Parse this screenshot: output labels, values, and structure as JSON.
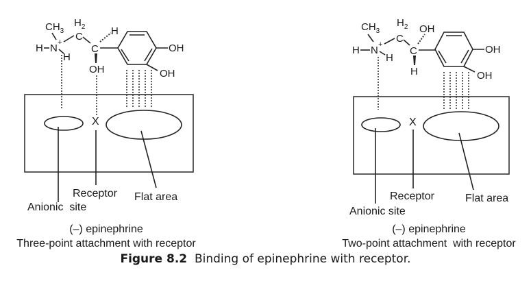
{
  "figure": {
    "number_label": "Figure 8.2",
    "title": "Binding of epinephrine with receptor."
  },
  "panels": [
    {
      "id": "left",
      "atoms": {
        "ch3": "CH",
        "ch3_sub": "3",
        "h2": "H",
        "h2_sub": "2",
        "n": "N",
        "n_charge": "+",
        "h_n_left": "H",
        "h_n_right": "H",
        "c1": "C",
        "c2": "C",
        "stereo_top": "H",
        "stereo_bottom": "OH",
        "oh_para": "OH",
        "oh_meta": "OH"
      },
      "site_marker": "X",
      "labels": {
        "anionic_site": "Anionic  site",
        "receptor": "Receptor",
        "flat_area": "Flat area"
      },
      "compound": "(–) epinephrine",
      "attachment": "Three-point attachment with receptor"
    },
    {
      "id": "right",
      "atoms": {
        "ch3": "CH",
        "ch3_sub": "3",
        "h2": "H",
        "h2_sub": "2",
        "n": "N",
        "n_charge": "+",
        "h_n_left": "H",
        "h_n_right": "H",
        "c1": "C",
        "c2": "C",
        "stereo_top": "OH",
        "stereo_bottom": "H",
        "oh_para": "OH",
        "oh_meta": "OH"
      },
      "site_marker": "X",
      "labels": {
        "anionic_site": "Anionic site",
        "receptor": "Receptor",
        "flat_area": "Flat area"
      },
      "compound": "(–) epinephrine",
      "attachment": "Two-point attachment  with receptor"
    }
  ]
}
